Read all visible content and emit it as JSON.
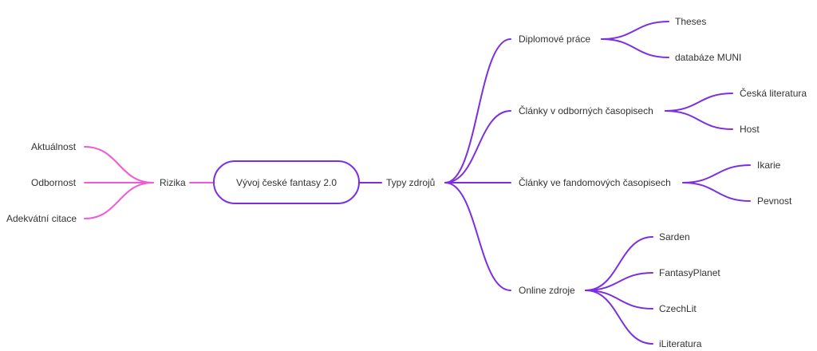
{
  "colors": {
    "left_branch": "#f05ad6",
    "right_branch": "#7b2fe0",
    "center_border": "#7b2fe0",
    "text": "#333333"
  },
  "mindmap": {
    "center": "Vývoj české fantasy 2.0",
    "left": {
      "label": "Rizika",
      "children": [
        "Aktuálnost",
        "Odbornost",
        "Adekvátní citace"
      ]
    },
    "right": {
      "label": "Typy zdrojů",
      "children": [
        {
          "label": "Diplomové práce",
          "children": [
            "Theses",
            "databáze MUNI"
          ]
        },
        {
          "label": "Články v odborných časopisech",
          "children": [
            "Česká literatura",
            "Host"
          ]
        },
        {
          "label": "Články ve fandomových časopisech",
          "children": [
            "Ikarie",
            "Pevnost"
          ]
        },
        {
          "label": "Online zdroje",
          "children": [
            "Sarden",
            "FantasyPlanet",
            "CzechLit",
            "iLiteratura"
          ]
        }
      ]
    }
  }
}
